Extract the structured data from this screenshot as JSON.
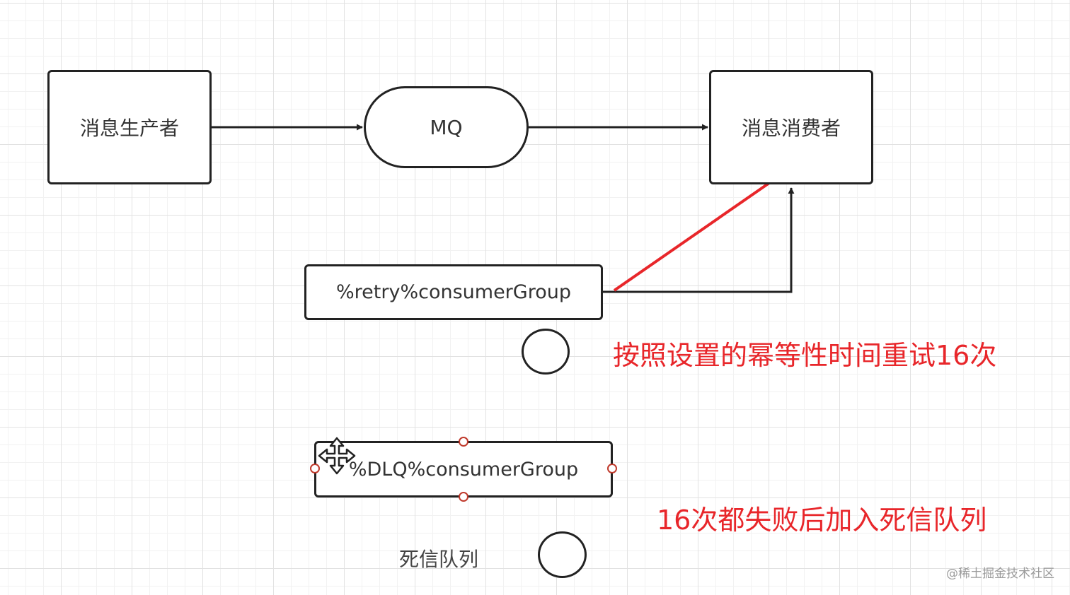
{
  "nodes": {
    "producer": "消息生产者",
    "mq": "MQ",
    "consumer": "消息消费者",
    "retry_queue": "%retry%consumerGroup",
    "dlq_queue": "%DLQ%consumerGroup"
  },
  "labels": {
    "dead_letter": "死信队列"
  },
  "annotations": {
    "retry_note": "按照设置的幂等性时间重试16次",
    "dlq_note": "16次都失败后加入死信队列"
  },
  "watermark": "@稀土掘金技术社区",
  "colors": {
    "annotation": "#e8262a",
    "stroke": "#222222",
    "selection_handle": "#c0392b"
  },
  "icons": {
    "move_cursor": "move-cursor-icon"
  }
}
